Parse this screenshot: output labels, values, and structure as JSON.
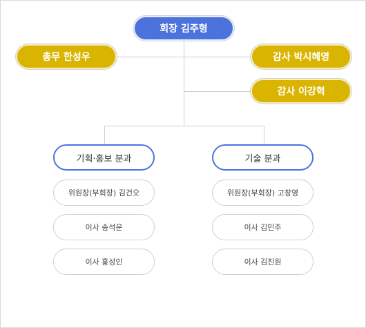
{
  "top": {
    "label": "회장 김주형"
  },
  "left_exec": {
    "label": "총무 한성우"
  },
  "right_execs": [
    {
      "label": "감사 박시혜영"
    },
    {
      "label": "감사 이강혁"
    }
  ],
  "departments": [
    {
      "label": "기획·홍보 분과",
      "members": [
        "위원장(부회장) 김건오",
        "이사 송석운",
        "이사 홍성인"
      ]
    },
    {
      "label": "기술 분과",
      "members": [
        "위원장(부회장) 고창영",
        "이사 김민주",
        "이사 김진원"
      ]
    }
  ],
  "colors": {
    "top": "#4c72dc",
    "exec": "#d9b400",
    "dept_border": "#4c72dc",
    "connector": "#cfcfcf"
  }
}
